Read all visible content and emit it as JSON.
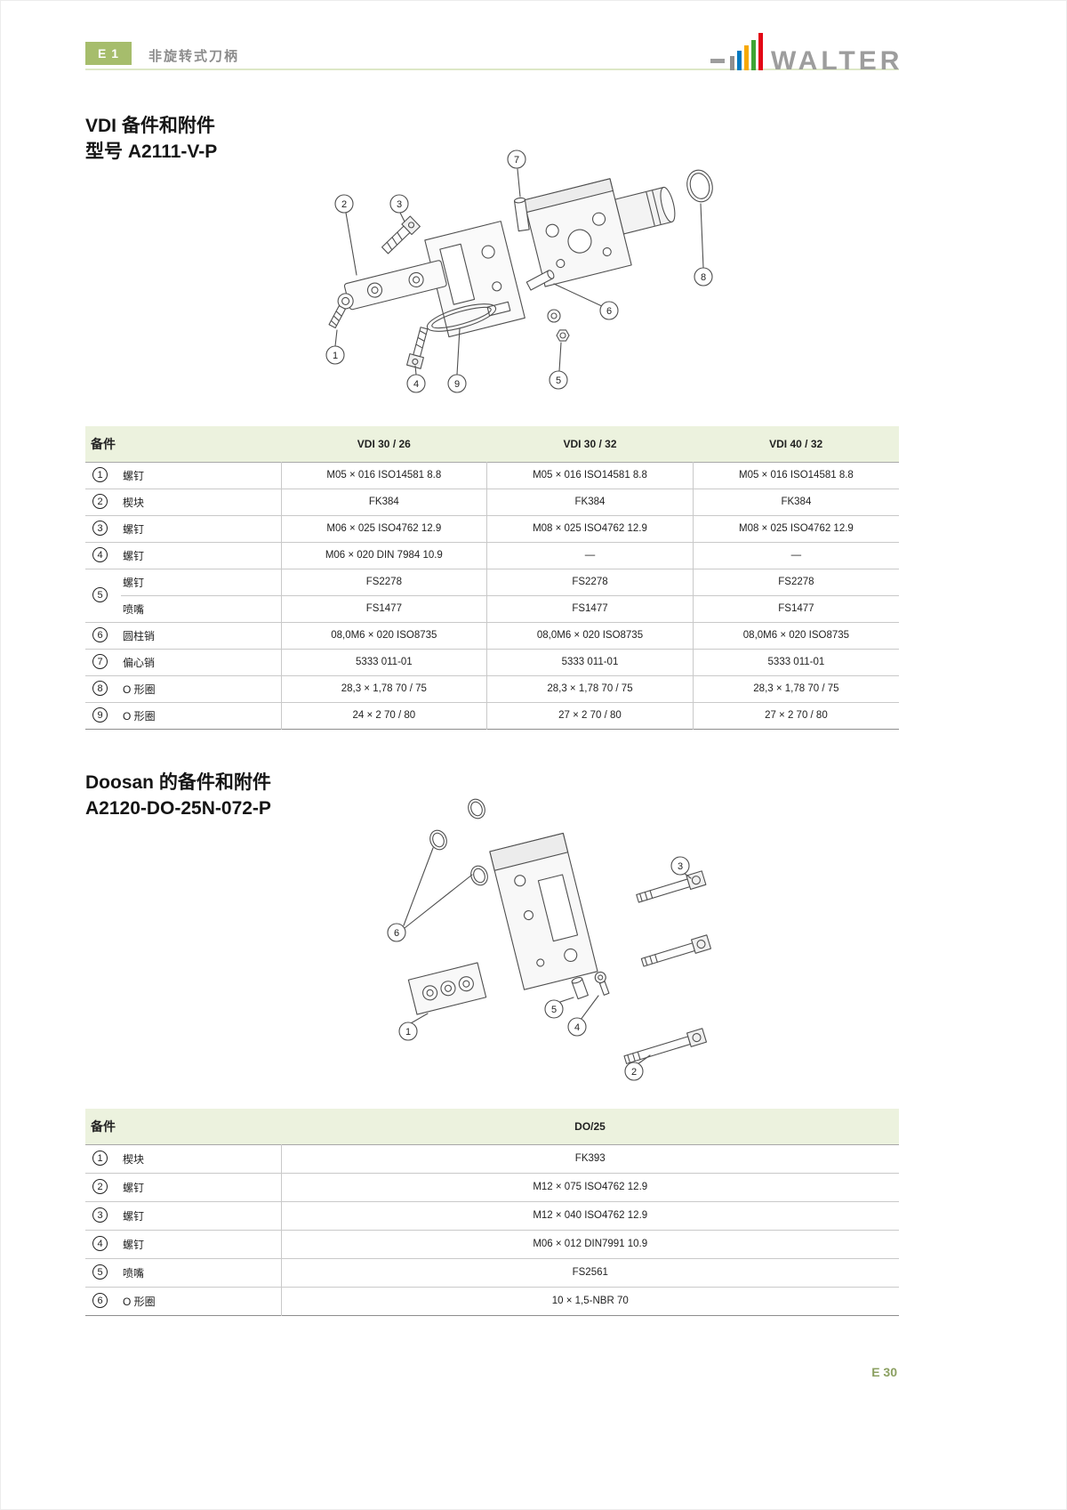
{
  "brand": {
    "name": "WALTER",
    "logo_bar_colors": [
      "#8f8f8f",
      "#0079c1",
      "#f7a800",
      "#3fa535",
      "#e30613"
    ],
    "wordmark_color": "#9d9d9d"
  },
  "colors": {
    "accent_green": "#a6bd6c",
    "table_header_bg": "#ecf2de",
    "rule_green": "#dde8c6",
    "page_num_color": "#8ba061"
  },
  "header": {
    "section_code": "E 1",
    "section_title": "非旋转式刀柄"
  },
  "footer": {
    "page_number": "E 30"
  },
  "section1": {
    "title_line1": "VDI 备件和附件",
    "title_line2": "型号 A2111-V-P",
    "callouts": [
      "1",
      "2",
      "3",
      "4",
      "5",
      "6",
      "7",
      "8",
      "9"
    ],
    "table": {
      "header_left": "备件",
      "columns": [
        "VDI 30 / 26",
        "VDI 30 / 32",
        "VDI 40 / 32"
      ],
      "rows": [
        {
          "num": "1",
          "label": "螺钉",
          "values": [
            "M05 × 016 ISO14581 8.8",
            "M05 × 016 ISO14581 8.8",
            "M05 × 016 ISO14581 8.8"
          ]
        },
        {
          "num": "2",
          "label": "楔块",
          "values": [
            "FK384",
            "FK384",
            "FK384"
          ]
        },
        {
          "num": "3",
          "label": "螺钉",
          "values": [
            "M06 × 025 ISO4762 12.9",
            "M08 × 025 ISO4762 12.9",
            "M08 × 025 ISO4762 12.9"
          ]
        },
        {
          "num": "4",
          "label": "螺钉",
          "values": [
            "M06 × 020 DIN 7984 10.9",
            "—",
            "—"
          ]
        },
        {
          "num": "5",
          "label": "螺钉",
          "values": [
            "FS2278",
            "FS2278",
            "FS2278"
          ],
          "span": 2
        },
        {
          "label": "喷嘴",
          "values": [
            "FS1477",
            "FS1477",
            "FS1477"
          ],
          "cont": true
        },
        {
          "num": "6",
          "label": "圆柱销",
          "values": [
            "08,0M6 × 020 ISO8735",
            "08,0M6 × 020 ISO8735",
            "08,0M6 × 020 ISO8735"
          ]
        },
        {
          "num": "7",
          "label": "偏心销",
          "values": [
            "5333 011-01",
            "5333 011-01",
            "5333 011-01"
          ]
        },
        {
          "num": "8",
          "label": "O 形圈",
          "values": [
            "28,3 × 1,78 70 / 75",
            "28,3 × 1,78 70 / 75",
            "28,3 × 1,78 70 / 75"
          ]
        },
        {
          "num": "9",
          "label": "O 形圈",
          "values": [
            "24 × 2 70 / 80",
            "27 × 2 70 / 80",
            "27 × 2 70 / 80"
          ]
        }
      ]
    }
  },
  "section2": {
    "title_line1": "Doosan 的备件和附件",
    "title_line2": "A2120-DO-25N-072-P",
    "callouts": [
      "1",
      "2",
      "3",
      "4",
      "5",
      "6"
    ],
    "table": {
      "header_left": "备件",
      "columns": [
        "DO/25"
      ],
      "rows": [
        {
          "num": "1",
          "label": "楔块",
          "values": [
            "FK393"
          ]
        },
        {
          "num": "2",
          "label": "螺钉",
          "values": [
            "M12 × 075 ISO4762 12.9"
          ]
        },
        {
          "num": "3",
          "label": "螺钉",
          "values": [
            "M12 × 040 ISO4762 12.9"
          ]
        },
        {
          "num": "4",
          "label": "螺钉",
          "values": [
            "M06 × 012 DIN7991 10.9"
          ]
        },
        {
          "num": "5",
          "label": "喷嘴",
          "values": [
            "FS2561"
          ]
        },
        {
          "num": "6",
          "label": "O 形圈",
          "values": [
            "10 × 1,5-NBR 70"
          ]
        }
      ]
    }
  }
}
